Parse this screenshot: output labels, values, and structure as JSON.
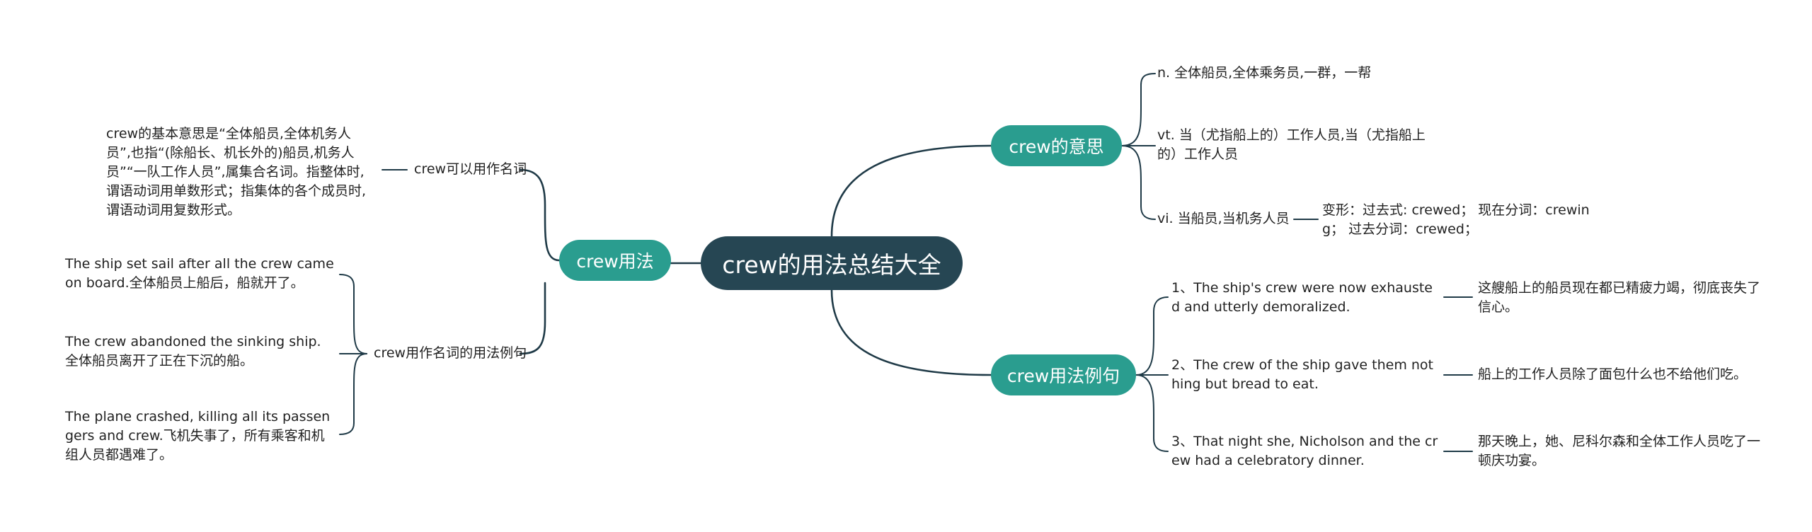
{
  "root": {
    "title": "crew的用法总结大全"
  },
  "branches": {
    "meaning": {
      "label": "crew的意思",
      "items": [
        "n. 全体船员,全体乘务员,一群，一帮",
        "vt. 当（尤指船上的）工作人员,当（尤指船上的）工作人员",
        "vi. 当船员,当机务人员"
      ],
      "forms": "变形：过去式: crewed；  现在分词：crewing；  过去分词：crewed；"
    },
    "usage": {
      "label": "crew用法",
      "noun": {
        "label": "crew可以用作名词",
        "text": "crew的基本意思是“全体船员,全体机务人员”,也指“(除船长、机长外的)船员,机务人员”“一队工作人员”,属集合名词。指整体时,谓语动词用单数形式；指集体的各个成员时,谓语动词用复数形式。"
      },
      "examples": {
        "label": "crew用作名词的用法例句",
        "items": [
          "The ship set sail after all the crew came on board.全体船员上船后，船就开了。",
          "The crew abandoned the sinking ship.全体船员离开了正在下沉的船。",
          "The plane crashed, killing all its passengers and crew.飞机失事了，所有乘客和机组人员都遇难了。"
        ]
      }
    },
    "examples": {
      "label": "crew用法例句",
      "items": [
        {
          "en": "1、The ship's crew were now exhausted and utterly demoralized.",
          "zh": "这艘船上的船员现在都已精疲力竭，彻底丧失了信心。"
        },
        {
          "en": "2、The crew of the ship gave them nothing but bread to eat.",
          "zh": "船上的工作人员除了面包什么也不给他们吃。"
        },
        {
          "en": "3、That night she, Nicholson and the crew had a celebratory dinner.",
          "zh": "那天晚上，她、尼科尔森和全体工作人员吃了一顿庆功宴。"
        }
      ]
    }
  }
}
